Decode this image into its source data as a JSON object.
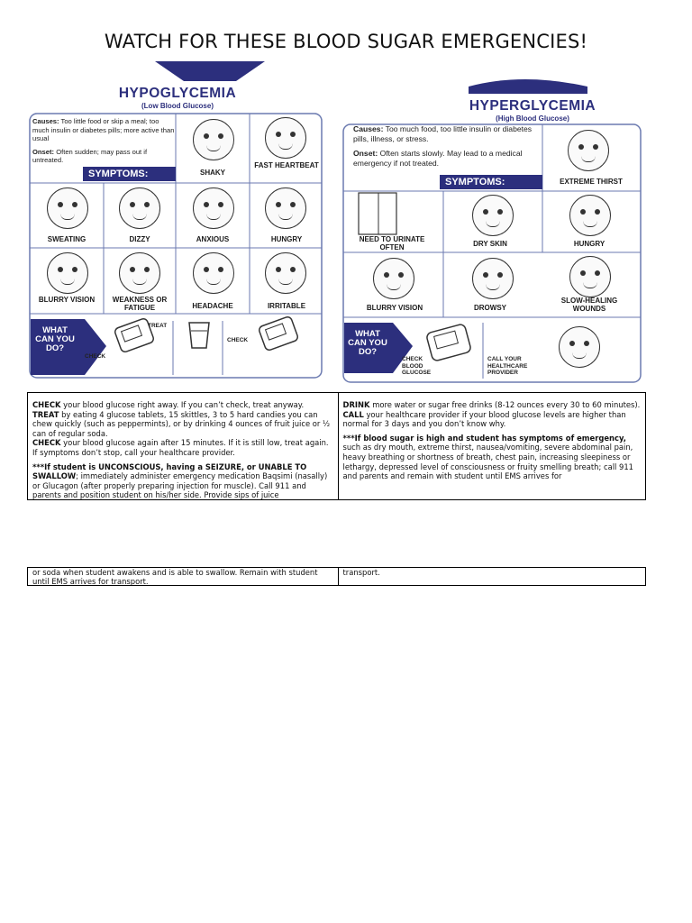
{
  "title": "WATCH FOR THESE BLOOD SUGAR EMERGENCIES!",
  "colors": {
    "accent": "#2c2f7d",
    "ink": "#111111",
    "frame": "#6b7ab0"
  },
  "hypo": {
    "title": "HYPOGLYCEMIA",
    "subtitle": "(Low Blood Glucose)",
    "causes_label": "Causes:",
    "causes_text": "Too little food or skip a meal; too much insulin or diabetes pills; more active than usual",
    "onset_label": "Onset:",
    "onset_text": "Often sudden; may pass out if untreated.",
    "symptoms_bar": "SYMPTOMS:",
    "symptoms": [
      "SHAKY",
      "FAST HEARTBEAT",
      "SWEATING",
      "DIZZY",
      "ANXIOUS",
      "HUNGRY",
      "BLURRY VISION",
      "WEAKNESS OR FATIGUE",
      "HEADACHE",
      "IRRITABLE"
    ],
    "what_can_you_do": "WHAT CAN YOU DO?",
    "actions": [
      "CHECK",
      "TREAT",
      "CHECK"
    ]
  },
  "hyper": {
    "title": "HYPERGLYCEMIA",
    "subtitle": "(High Blood Glucose)",
    "causes_label": "Causes:",
    "causes_text": "Too much food, too little insulin or diabetes pills, illness, or stress.",
    "onset_label": "Onset:",
    "onset_text": "Often starts slowly. May lead to a medical emergency if not treated.",
    "symptoms_bar": "SYMPTOMS:",
    "symptoms": [
      "EXTREME THIRST",
      "NEED TO URINATE OFTEN",
      "DRY SKIN",
      "HUNGRY",
      "BLURRY VISION",
      "DROWSY",
      "SLOW-HEALING WOUNDS"
    ],
    "what_can_you_do": "WHAT CAN YOU DO?",
    "actions": [
      "CHECK BLOOD GLUCOSE",
      "CALL YOUR HEALTHCARE PROVIDER"
    ]
  },
  "table": {
    "left": {
      "check_label": "CHECK",
      "check_text": " your blood glucose right away. If you can’t check, treat anyway.",
      "treat_label": "TREAT",
      "treat_text": " by eating 4 glucose tablets, 15 skittles, 3 to 5 hard candies you can chew quickly (such as peppermints), or by drinking 4 ounces of fruit juice or ½ can of regular soda.",
      "check2_label": "CHECK",
      "check2_text": " your blood glucose again after 15 minutes. If it is still low, treat again. If symptoms don’t stop, call your healthcare provider.",
      "emergency_label": "***If student is UNCONSCIOUS, having a SEIZURE, or UNABLE TO SWALLOW",
      "emergency_text": "; immediately administer emergency medication Baqsimi (nasally) or Glucagon (after properly preparing injection for muscle). Call 911 and parents and position student on his/her side. Provide sips of juice",
      "continued_text": "or soda when student awakens and is able to swallow. Remain with student until EMS arrives for transport."
    },
    "right": {
      "drink_label": "DRINK",
      "drink_text": " more water or sugar free drinks (8-12 ounces every 30 to 60 minutes).",
      "call_label": "CALL",
      "call_text": " your healthcare provider if your blood glucose levels are higher than normal for 3 days and you don’t know why.",
      "emergency_label": "***If blood sugar is high and student has symptoms of emergency,",
      "emergency_text": "such as dry mouth, extreme thirst, nausea/vomiting, severe abdominal pain, heavy breathing or shortness of breath, chest pain, increasing sleepiness or lethargy, depressed level of consciousness or fruity smelling breath; call 911 and parents and remain with student until EMS arrives for",
      "continued_text": "transport."
    }
  }
}
